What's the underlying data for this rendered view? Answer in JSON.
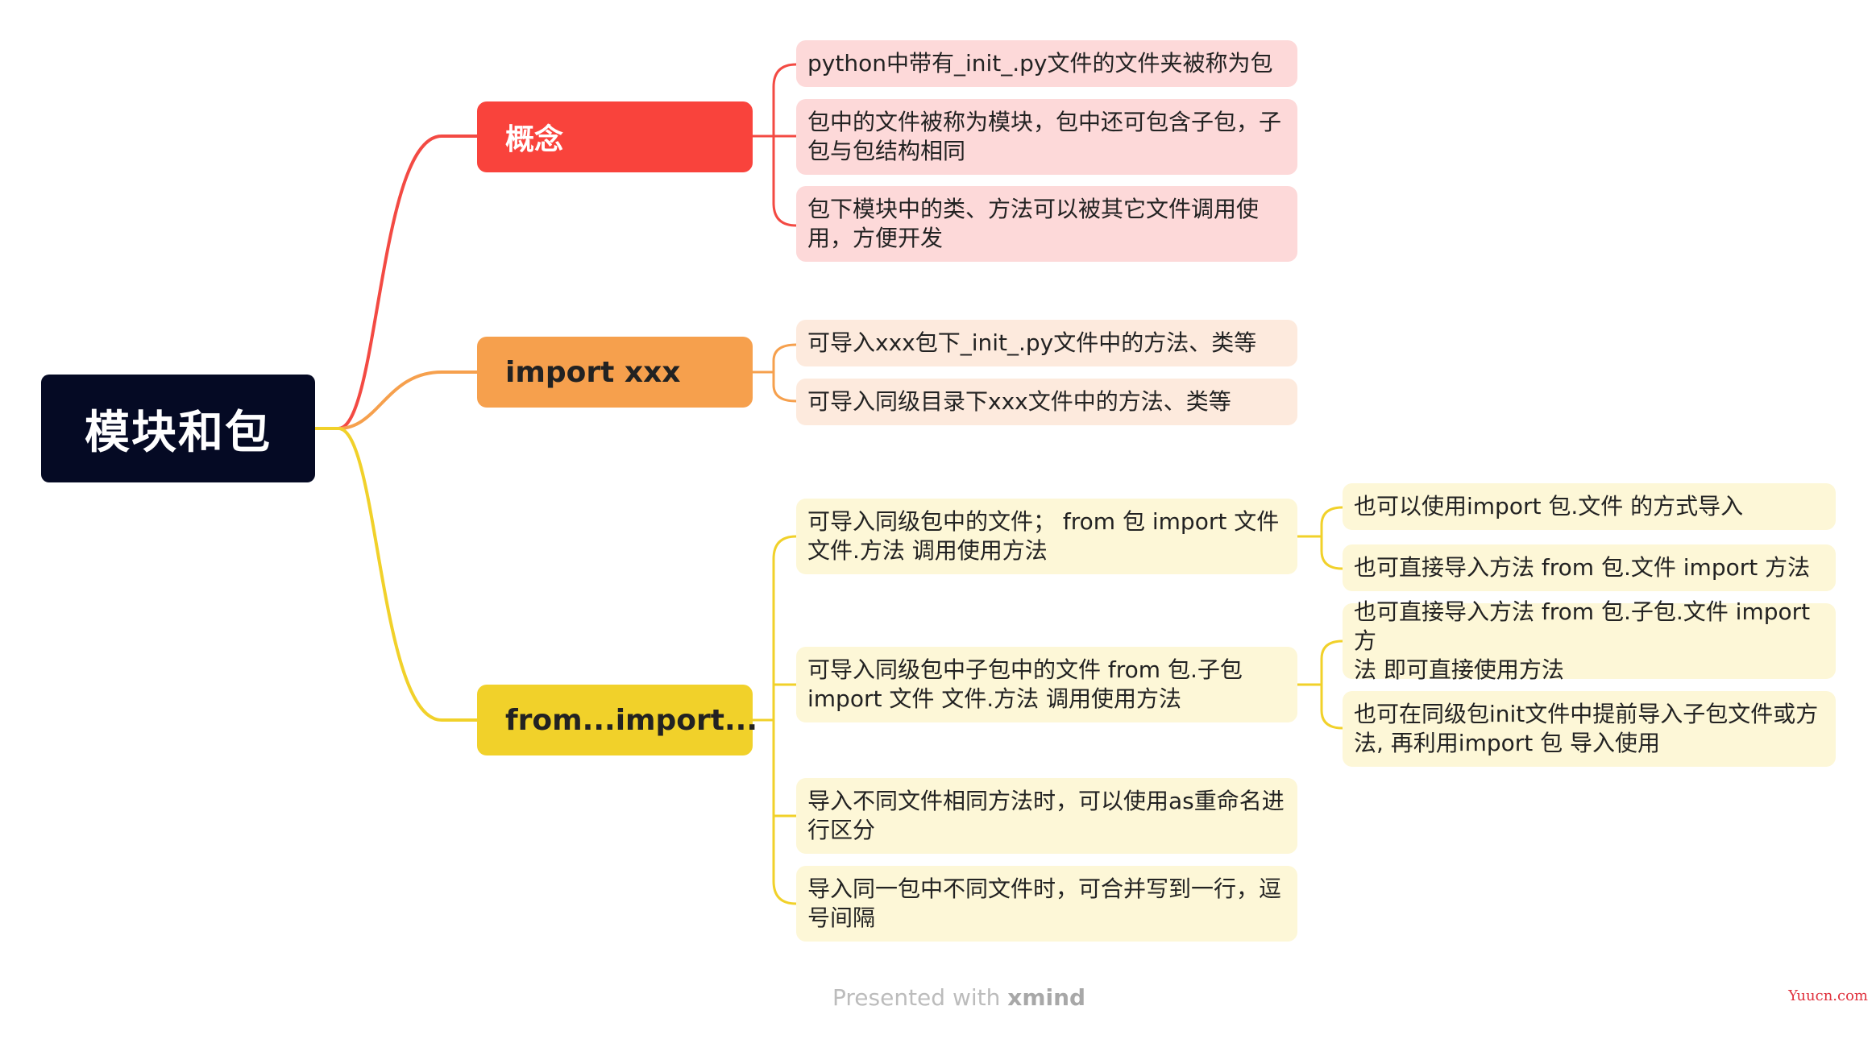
{
  "root": {
    "label": "模块和包",
    "color": "#050a24"
  },
  "branches": [
    {
      "label": "概念",
      "color": "#f9433c",
      "children": [
        {
          "lines": [
            "python中带有_init_.py文件的文件夹被称为包"
          ]
        },
        {
          "lines": [
            "包中的文件被称为模块，包中还可包含子包，子",
            "包与包结构相同"
          ]
        },
        {
          "lines": [
            "包下模块中的类、方法可以被其它文件调用使",
            "用，方便开发"
          ]
        }
      ]
    },
    {
      "label": "import xxx",
      "color": "#f6a04d",
      "children": [
        {
          "lines": [
            "可导入xxx包下_init_.py文件中的方法、类等"
          ]
        },
        {
          "lines": [
            "可导入同级目录下xxx文件中的方法、类等"
          ]
        }
      ]
    },
    {
      "label": "from...import...",
      "color": "#f1d12a",
      "children": [
        {
          "lines": [
            "可导入同级包中的文件；  from 包 import 文件",
            "文件.方法 调用使用方法"
          ],
          "children": [
            {
              "lines": [
                "也可以使用import 包.文件 的方式导入"
              ]
            },
            {
              "lines": [
                "也可直接导入方法  from 包.文件 import 方法"
              ]
            }
          ]
        },
        {
          "lines": [
            "可导入同级包中子包中的文件  from 包.子包",
            "import 文件  文件.方法 调用使用方法"
          ],
          "children": [
            {
              "lines": [
                "也可直接导入方法 from 包.子包.文件 import 方",
                "法   即可直接使用方法"
              ]
            },
            {
              "lines": [
                "也可在同级包init文件中提前导入子包文件或方",
                "法, 再利用import 包 导入使用"
              ]
            }
          ]
        },
        {
          "lines": [
            "导入不同文件相同方法时，可以使用as重命名进",
            "行区分"
          ]
        },
        {
          "lines": [
            "导入同一包中不同文件时，可合并写到一行，逗",
            "号间隔"
          ]
        }
      ]
    }
  ],
  "footer": {
    "prefix": "Presented with ",
    "brand": "xmind"
  },
  "watermark": "Yuucn.com"
}
